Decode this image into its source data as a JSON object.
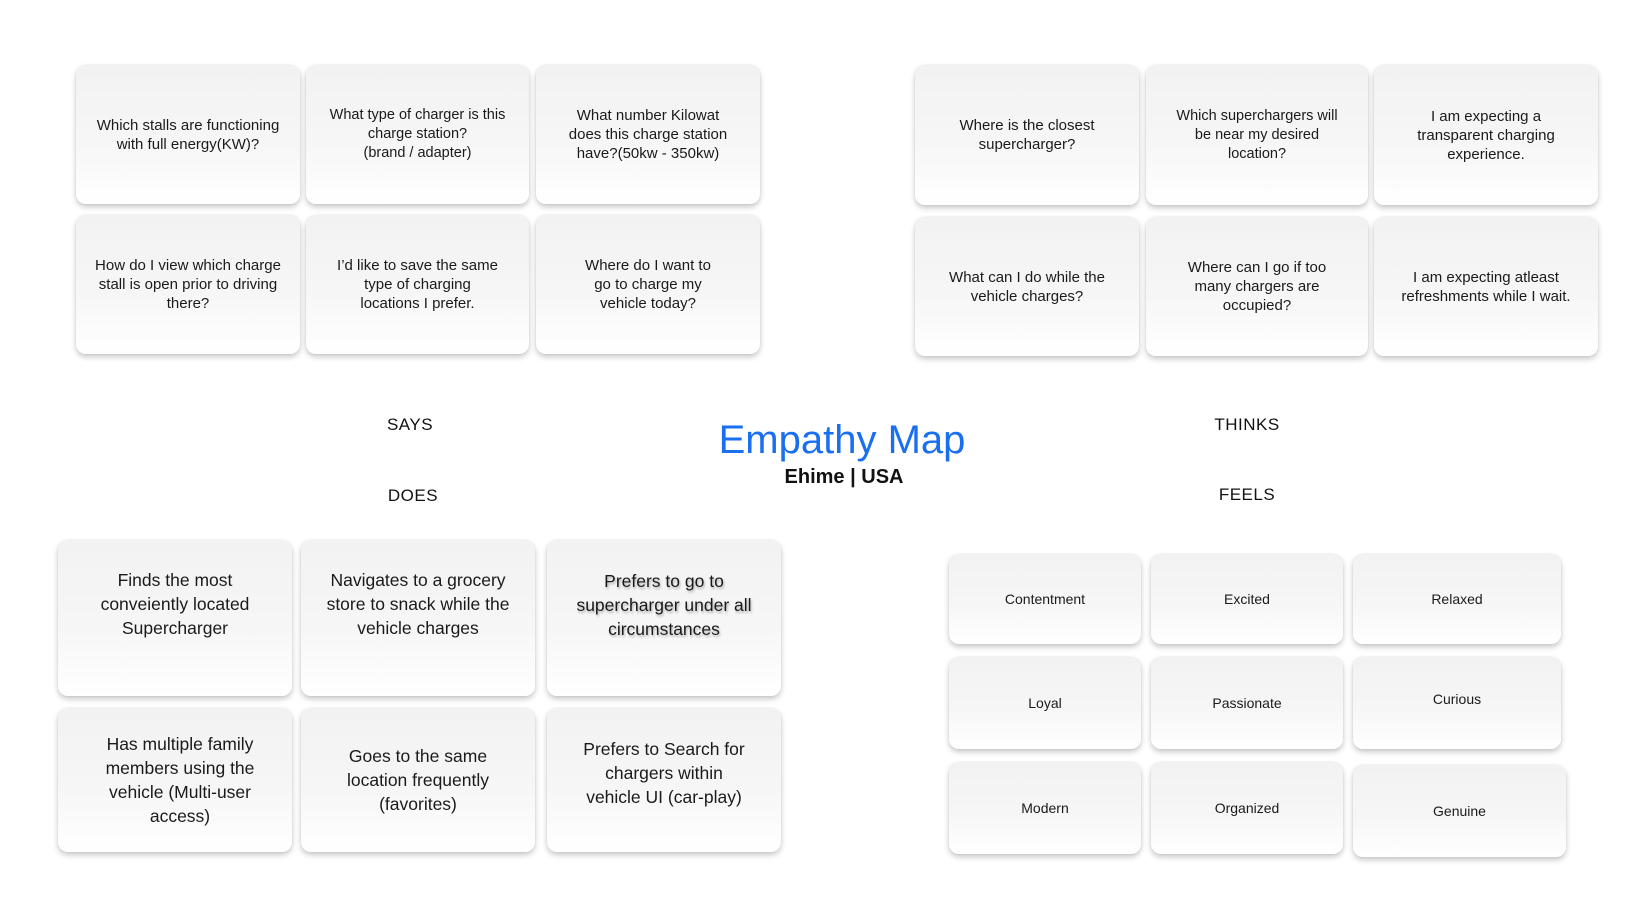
{
  "title": "Empathy Map",
  "subtitle": "Ehime | USA",
  "labels": {
    "says": "SAYS",
    "thinks": "THINKS",
    "does": "DOES",
    "feels": "FEELS"
  },
  "colors": {
    "title": "#1a6ff0",
    "card_top": "#f2f2f2",
    "card_bottom": "#ffffff"
  },
  "says": [
    [
      "Which stalls are functioning",
      "with full energy(KW)?"
    ],
    [
      "What type of charger is this",
      "charge station?",
      "(brand / adapter)"
    ],
    [
      "What number Kilowat",
      "does this charge station",
      "have?(50kw - 350kw)"
    ],
    [
      "How do I view which charge",
      "stall is open prior to driving",
      "there?"
    ],
    [
      "I’d like to save the same",
      "type of charging",
      "locations I prefer."
    ],
    [
      "Where do I want to",
      "go to charge my",
      "vehicle today?"
    ]
  ],
  "thinks": [
    [
      "Where is the closest",
      "supercharger?"
    ],
    [
      "Which superchargers will",
      "be near my desired",
      "location?"
    ],
    [
      "I am expecting a",
      "transparent charging",
      "experience."
    ],
    [
      "What can I do while the",
      "vehicle charges?"
    ],
    [
      "Where can I go if too",
      "many chargers are",
      "occupied?"
    ],
    [
      "I am expecting atleast",
      "refreshments while I wait."
    ]
  ],
  "does": [
    [
      "Finds the most",
      "conveiently located",
      "Supercharger"
    ],
    [
      "Navigates to a grocery",
      "store to snack while the",
      "vehicle charges"
    ],
    [
      "Prefers to go to",
      "supercharger under all",
      "circumstances"
    ],
    [
      "Has multiple family",
      "members using the",
      "vehicle (Multi-user",
      "access)"
    ],
    [
      "Goes to the same",
      "location frequently",
      "(favorites)"
    ],
    [
      "Prefers to Search for",
      "chargers within",
      "vehicle UI (car-play)"
    ]
  ],
  "feels": [
    "Contentment",
    "Excited",
    "Relaxed",
    "Loyal",
    "Passionate",
    "Curious",
    "Modern",
    "Organized",
    "Genuine"
  ]
}
